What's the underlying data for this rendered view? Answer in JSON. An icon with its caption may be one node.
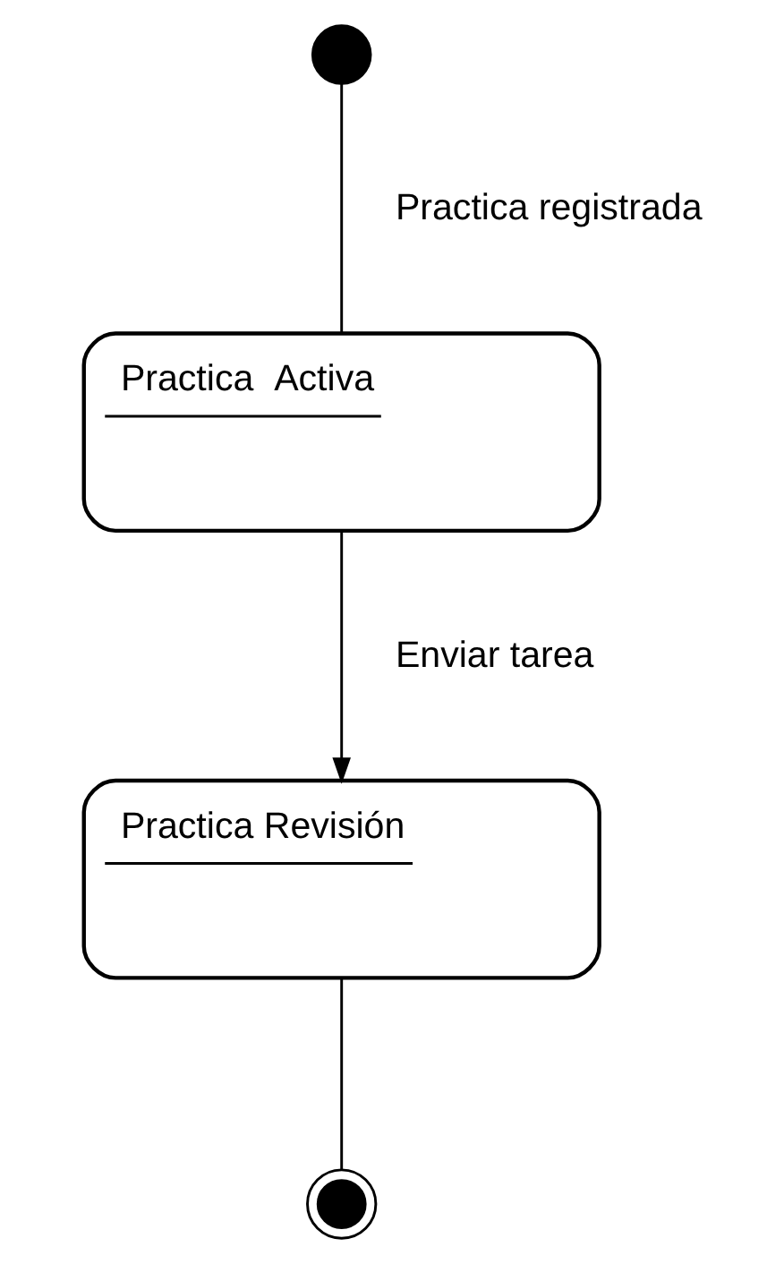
{
  "diagram": {
    "nodes": [
      {
        "text": [],
        "shape": "circle"
      },
      {
        "text": [
          "Practica  Activa"
        ]
      },
      {
        "text": [
          "Practica Revisión"
        ]
      },
      {
        "text": [],
        "shape": "circle"
      }
    ],
    "edges": [
      {
        "from": 0,
        "to": 1,
        "arrow": "none",
        "label": "Practica registrada"
      },
      {
        "from": 1,
        "to": 2,
        "arrow": "to",
        "label": "Enviar tarea"
      },
      {
        "from": 2,
        "to": 3,
        "arrow": "none"
      }
    ]
  }
}
